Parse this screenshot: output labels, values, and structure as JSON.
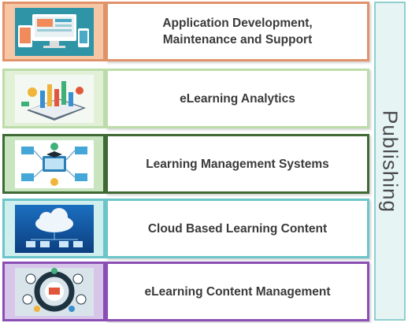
{
  "rows": [
    {
      "label": "Application Development,\nMaintenance and Support",
      "border": "#e0936a",
      "thumb_bg": "#f7c7a5",
      "thumb_icon": "devices-icon"
    },
    {
      "label": "eLearning Analytics",
      "border": "#bcdcaa",
      "thumb_bg": "#e2f0d8",
      "thumb_icon": "analytics-icon"
    },
    {
      "label": "Learning Management Systems",
      "border": "#3f6a35",
      "thumb_bg": "#c8e5c0",
      "thumb_icon": "lms-icon"
    },
    {
      "label": "Cloud Based Learning Content",
      "border": "#6cc5c9",
      "thumb_bg": "#cfeeee",
      "thumb_icon": "cloud-icon"
    },
    {
      "label": "eLearning Content Management",
      "border": "#8a4fb5",
      "thumb_bg": "#d7c6ea",
      "thumb_icon": "content-wheel-icon"
    }
  ],
  "side_label": "Publishing"
}
